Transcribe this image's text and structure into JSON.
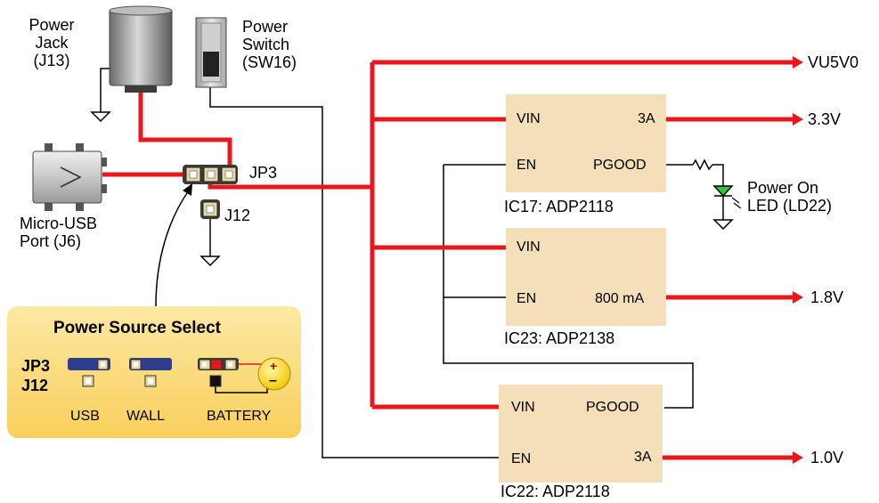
{
  "components": {
    "power_jack": {
      "line1": "Power",
      "line2": "Jack",
      "line3": "(J13)"
    },
    "power_switch": {
      "line1": "Power",
      "line2": "Switch",
      "line3": "(SW16)"
    },
    "usb_port": {
      "line1": "Micro-USB",
      "line2": "Port (J6)"
    },
    "jp3": "JP3",
    "j12": "J12",
    "led": {
      "line1": "Power On",
      "line2": "LED (LD22)"
    }
  },
  "outputs": {
    "vu5v0": "VU5V0",
    "v33": "3.3V",
    "v18": "1.8V",
    "v10": "1.0V"
  },
  "ics": {
    "ic17": {
      "name": "IC17: ADP2118",
      "vin": "VIN",
      "en": "EN",
      "current": "3A",
      "pgood": "PGOOD"
    },
    "ic23": {
      "name": "IC23: ADP2138",
      "vin": "VIN",
      "en": "EN",
      "current": "800 mA"
    },
    "ic22": {
      "name": "IC22: ADP2118",
      "vin": "VIN",
      "en": "EN",
      "current": "3A",
      "pgood": "PGOOD"
    }
  },
  "power_select": {
    "title": "Power Source Select",
    "row1": "JP3",
    "row2": "J12",
    "options": [
      "USB",
      "WALL",
      "BATTERY"
    ],
    "plus": "+",
    "minus": "–"
  },
  "colors": {
    "power_wire": "#e8171c",
    "ic_fill": "#f5dfb8",
    "panel_fill": "#fbd97a",
    "jumper_blue": "#2e3e8c",
    "led_green": "#32c832"
  }
}
